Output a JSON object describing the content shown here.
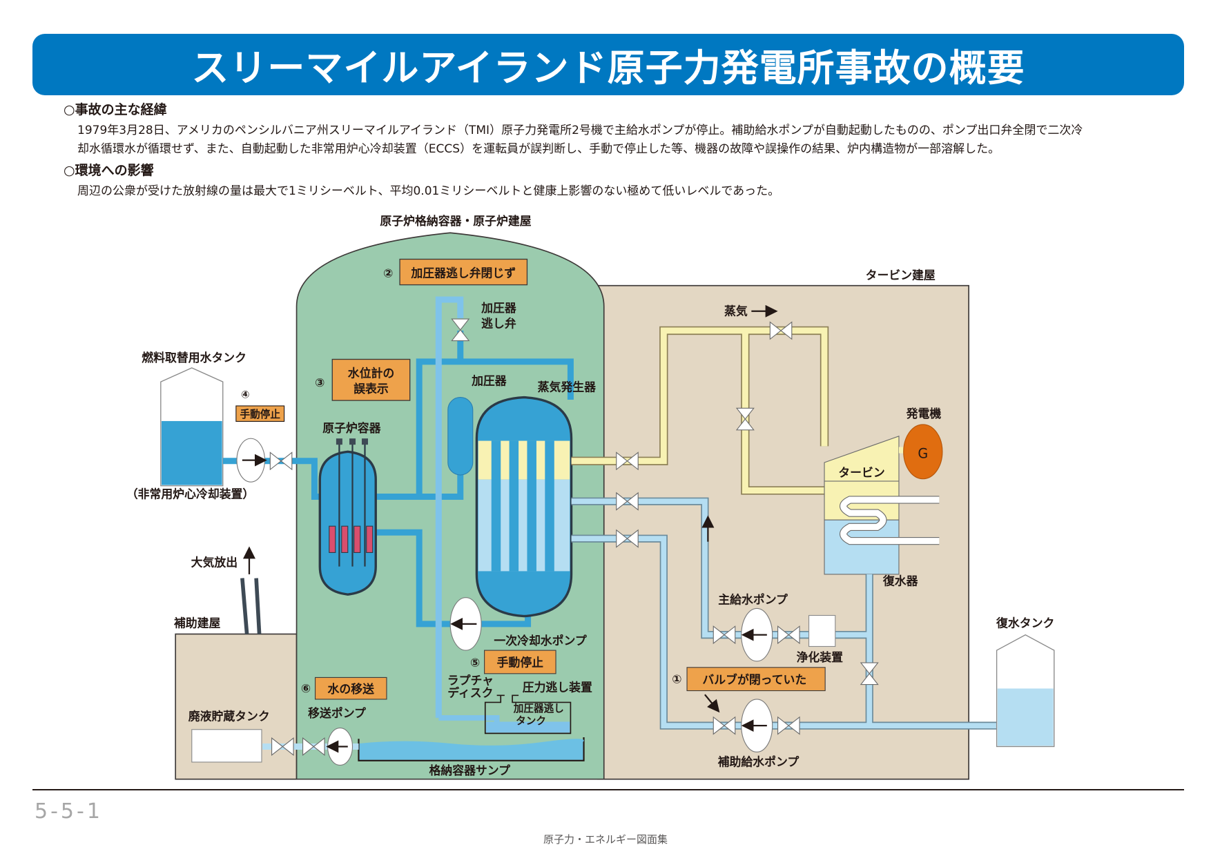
{
  "page": {
    "title": "スリーマイルアイランド原子力発電所事故の概要",
    "page_number": "5-5-1",
    "footer": "原子力・エネルギー図面集"
  },
  "summary": {
    "sections": [
      {
        "heading": "○事故の主な経緯",
        "lines": [
          "1979年3月28日、アメリカのペンシルバニア州スリーマイルアイランド（TMI）原子力発電所2号機で主給水ポンプが停止。補助給水ポンプが自動起動したものの、ポンプ出口弁全閉で二次冷",
          "却水循環水が循環せず、また、自動起動した非常用炉心冷却装置（ECCS）を運転員が誤判断し、手動で停止した等、機器の故障や誤操作の結果、炉内構造物が一部溶解した。"
        ]
      },
      {
        "heading": "○環境への影響",
        "lines": [
          "周辺の公衆が受けた放射線の量は最大で1ミリシーベルト、平均0.01ミリシーベルトと健康上影響のない極めて低いレベルであった。"
        ]
      }
    ]
  },
  "diagram": {
    "colors": {
      "title_blue": "#0078c1",
      "containment_green": "#9bcbae",
      "building_beige": "#e3d7c3",
      "primary_water_blue": "#36a2d4",
      "light_water_blue": "#b5def2",
      "steam_yellow": "#f8f2b3",
      "callout_orange": "#eea24b",
      "fuel_red": "#d94f6d",
      "generator_orange": "#e06d10"
    },
    "buildings": {
      "containment": "原子炉格納容器・原子炉建屋",
      "turbine": "タービン建屋",
      "auxiliary": "補助建屋"
    },
    "components": {
      "fuel_water_tank": "燃料取替用水タンク",
      "eccs": "（非常用炉心冷却装置）",
      "reactor_vessel": "原子炉容器",
      "pressurizer": "加圧器",
      "pressurizer_relief_valve": [
        "加圧器",
        "逃し弁"
      ],
      "steam_generator": "蒸気発生器",
      "primary_pump": "一次冷却水ポンプ",
      "rupture_disk": [
        "ラプチャ",
        "ディスク"
      ],
      "pressure_relief": "圧力逃し装置",
      "relief_tank": [
        "加圧器逃し",
        "タンク"
      ],
      "sump": "格納容器サンプ",
      "transfer_pump": "移送ポンプ",
      "waste_tank": "廃液貯蔵タンク",
      "atmosphere_release": "大気放出",
      "steam": "蒸気",
      "turbine": "タービン",
      "generator": "発電機",
      "generator_symbol": "G",
      "condenser": "復水器",
      "main_feed_pump": "主給水ポンプ",
      "purifier": "浄化装置",
      "aux_feed_pump": "補助給水ポンプ",
      "condensate_tank": "復水タンク"
    },
    "callouts": [
      {
        "num": "①",
        "text": "バルブが閉っていた"
      },
      {
        "num": "②",
        "text": "加圧器逃し弁閉じず"
      },
      {
        "num": "③",
        "lines": [
          "水位計の",
          "誤表示"
        ]
      },
      {
        "num": "④",
        "text": "手動停止"
      },
      {
        "num": "⑤",
        "text": "手動停止"
      },
      {
        "num": "⑥",
        "text": "水の移送"
      }
    ],
    "tank_levels": {
      "fuel_water_tank_fill": 0.62,
      "condensate_tank_fill": 0.6
    }
  }
}
